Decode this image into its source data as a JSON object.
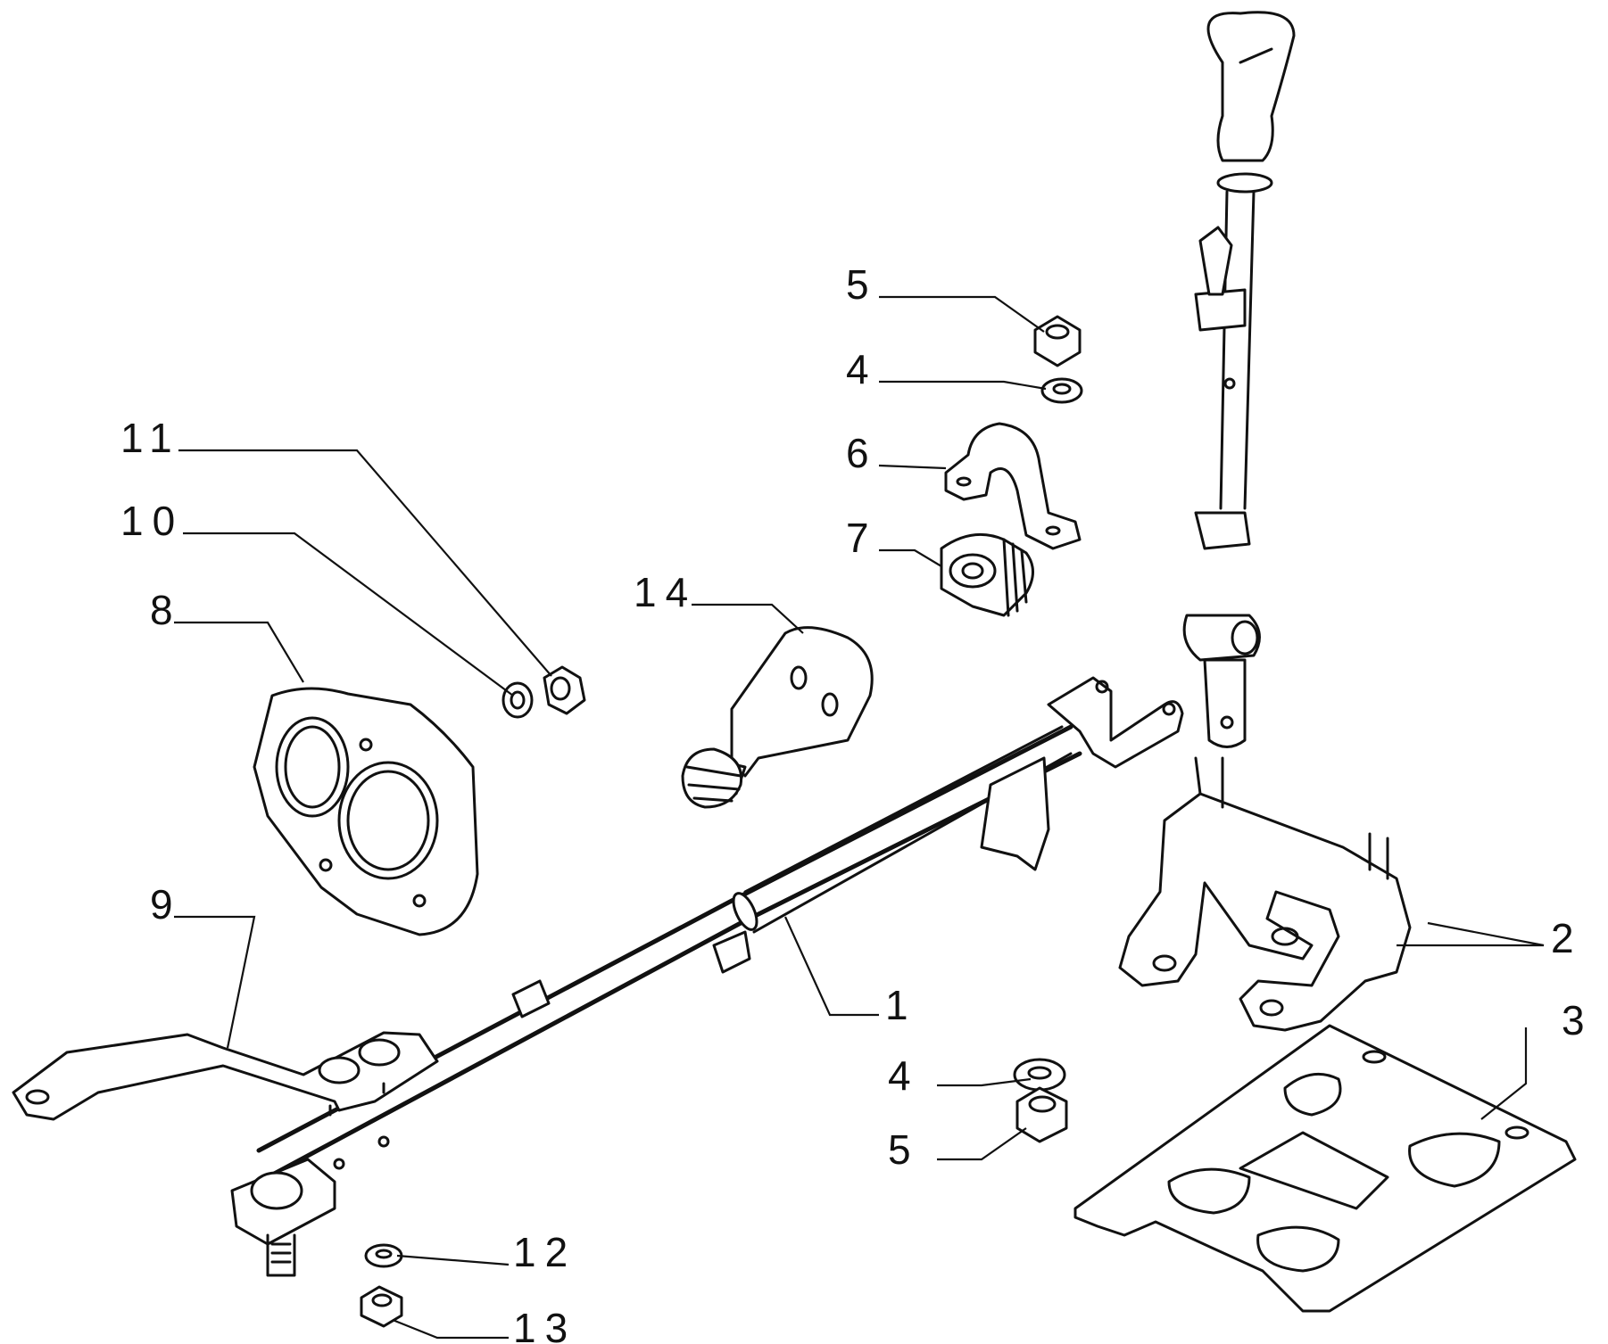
{
  "callouts": [
    {
      "id": "c1",
      "text": "1"
    },
    {
      "id": "c2",
      "text": "2"
    },
    {
      "id": "c3",
      "text": "3"
    },
    {
      "id": "c4a",
      "text": "4"
    },
    {
      "id": "c4b",
      "text": "4"
    },
    {
      "id": "c5a",
      "text": "5"
    },
    {
      "id": "c5b",
      "text": "5"
    },
    {
      "id": "c6",
      "text": "6"
    },
    {
      "id": "c7",
      "text": "7"
    },
    {
      "id": "c8",
      "text": "8"
    },
    {
      "id": "c9",
      "text": "9"
    },
    {
      "id": "c10",
      "text": "10"
    },
    {
      "id": "c11",
      "text": "11"
    },
    {
      "id": "c12",
      "text": "12"
    },
    {
      "id": "c13",
      "text": "13"
    },
    {
      "id": "c14",
      "text": "14"
    }
  ]
}
